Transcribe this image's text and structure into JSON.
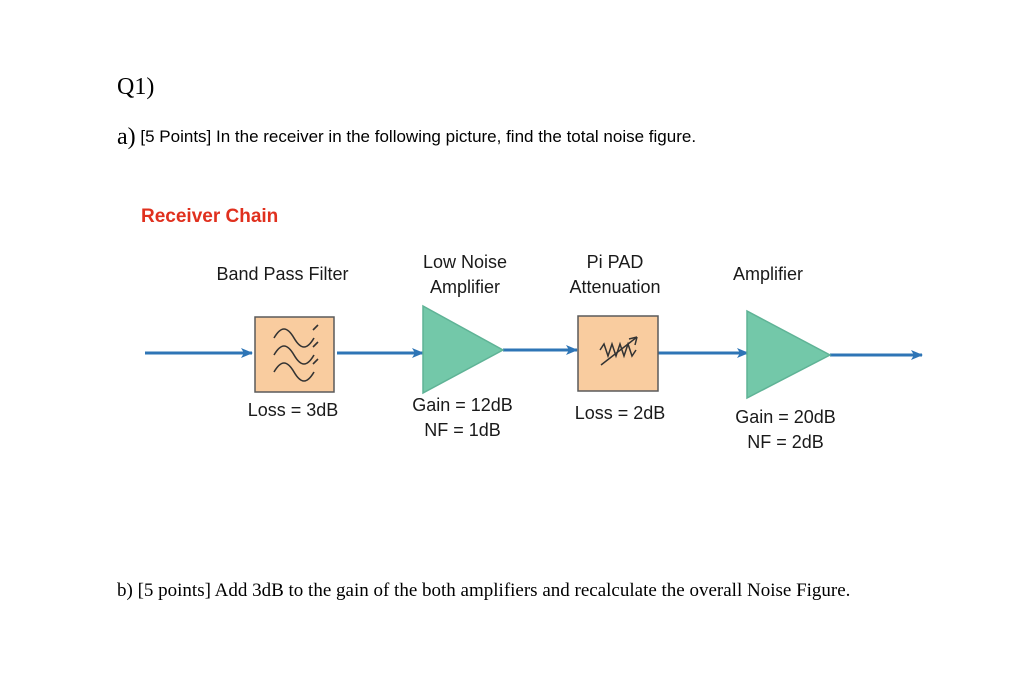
{
  "question": {
    "heading": "Q1)",
    "part_a": {
      "letter": "a)",
      "text": "[5 Points] In the receiver in the following picture, find the total noise figure."
    },
    "part_b": {
      "text": "b) [5 points] Add 3dB to the gain of the both amplifiers and recalculate the overall Noise Figure."
    }
  },
  "diagram": {
    "title": "Receiver Chain",
    "colors": {
      "title": "#e0301e",
      "signal_line": "#2e75b6",
      "block_fill": "#f9cc9f",
      "block_stroke": "#5a5a5a",
      "amp_fill": "#73c8a9",
      "amp_stroke": "#5fb396"
    },
    "stages": [
      {
        "name": "Band Pass Filter",
        "icon": "bandpass-filter-icon",
        "params": [
          "Loss = 3dB"
        ]
      },
      {
        "name_lines": [
          "Low Noise",
          "Amplifier"
        ],
        "icon": "amplifier-triangle-icon",
        "params": [
          "Gain = 12dB",
          "NF = 1dB"
        ]
      },
      {
        "name_lines": [
          "Pi PAD",
          "Attenuation"
        ],
        "icon": "variable-attenuator-icon",
        "params": [
          "Loss = 2dB"
        ]
      },
      {
        "name": "Amplifier",
        "icon": "amplifier-triangle-icon",
        "params": [
          "Gain = 20dB",
          "NF = 2dB"
        ]
      }
    ]
  }
}
